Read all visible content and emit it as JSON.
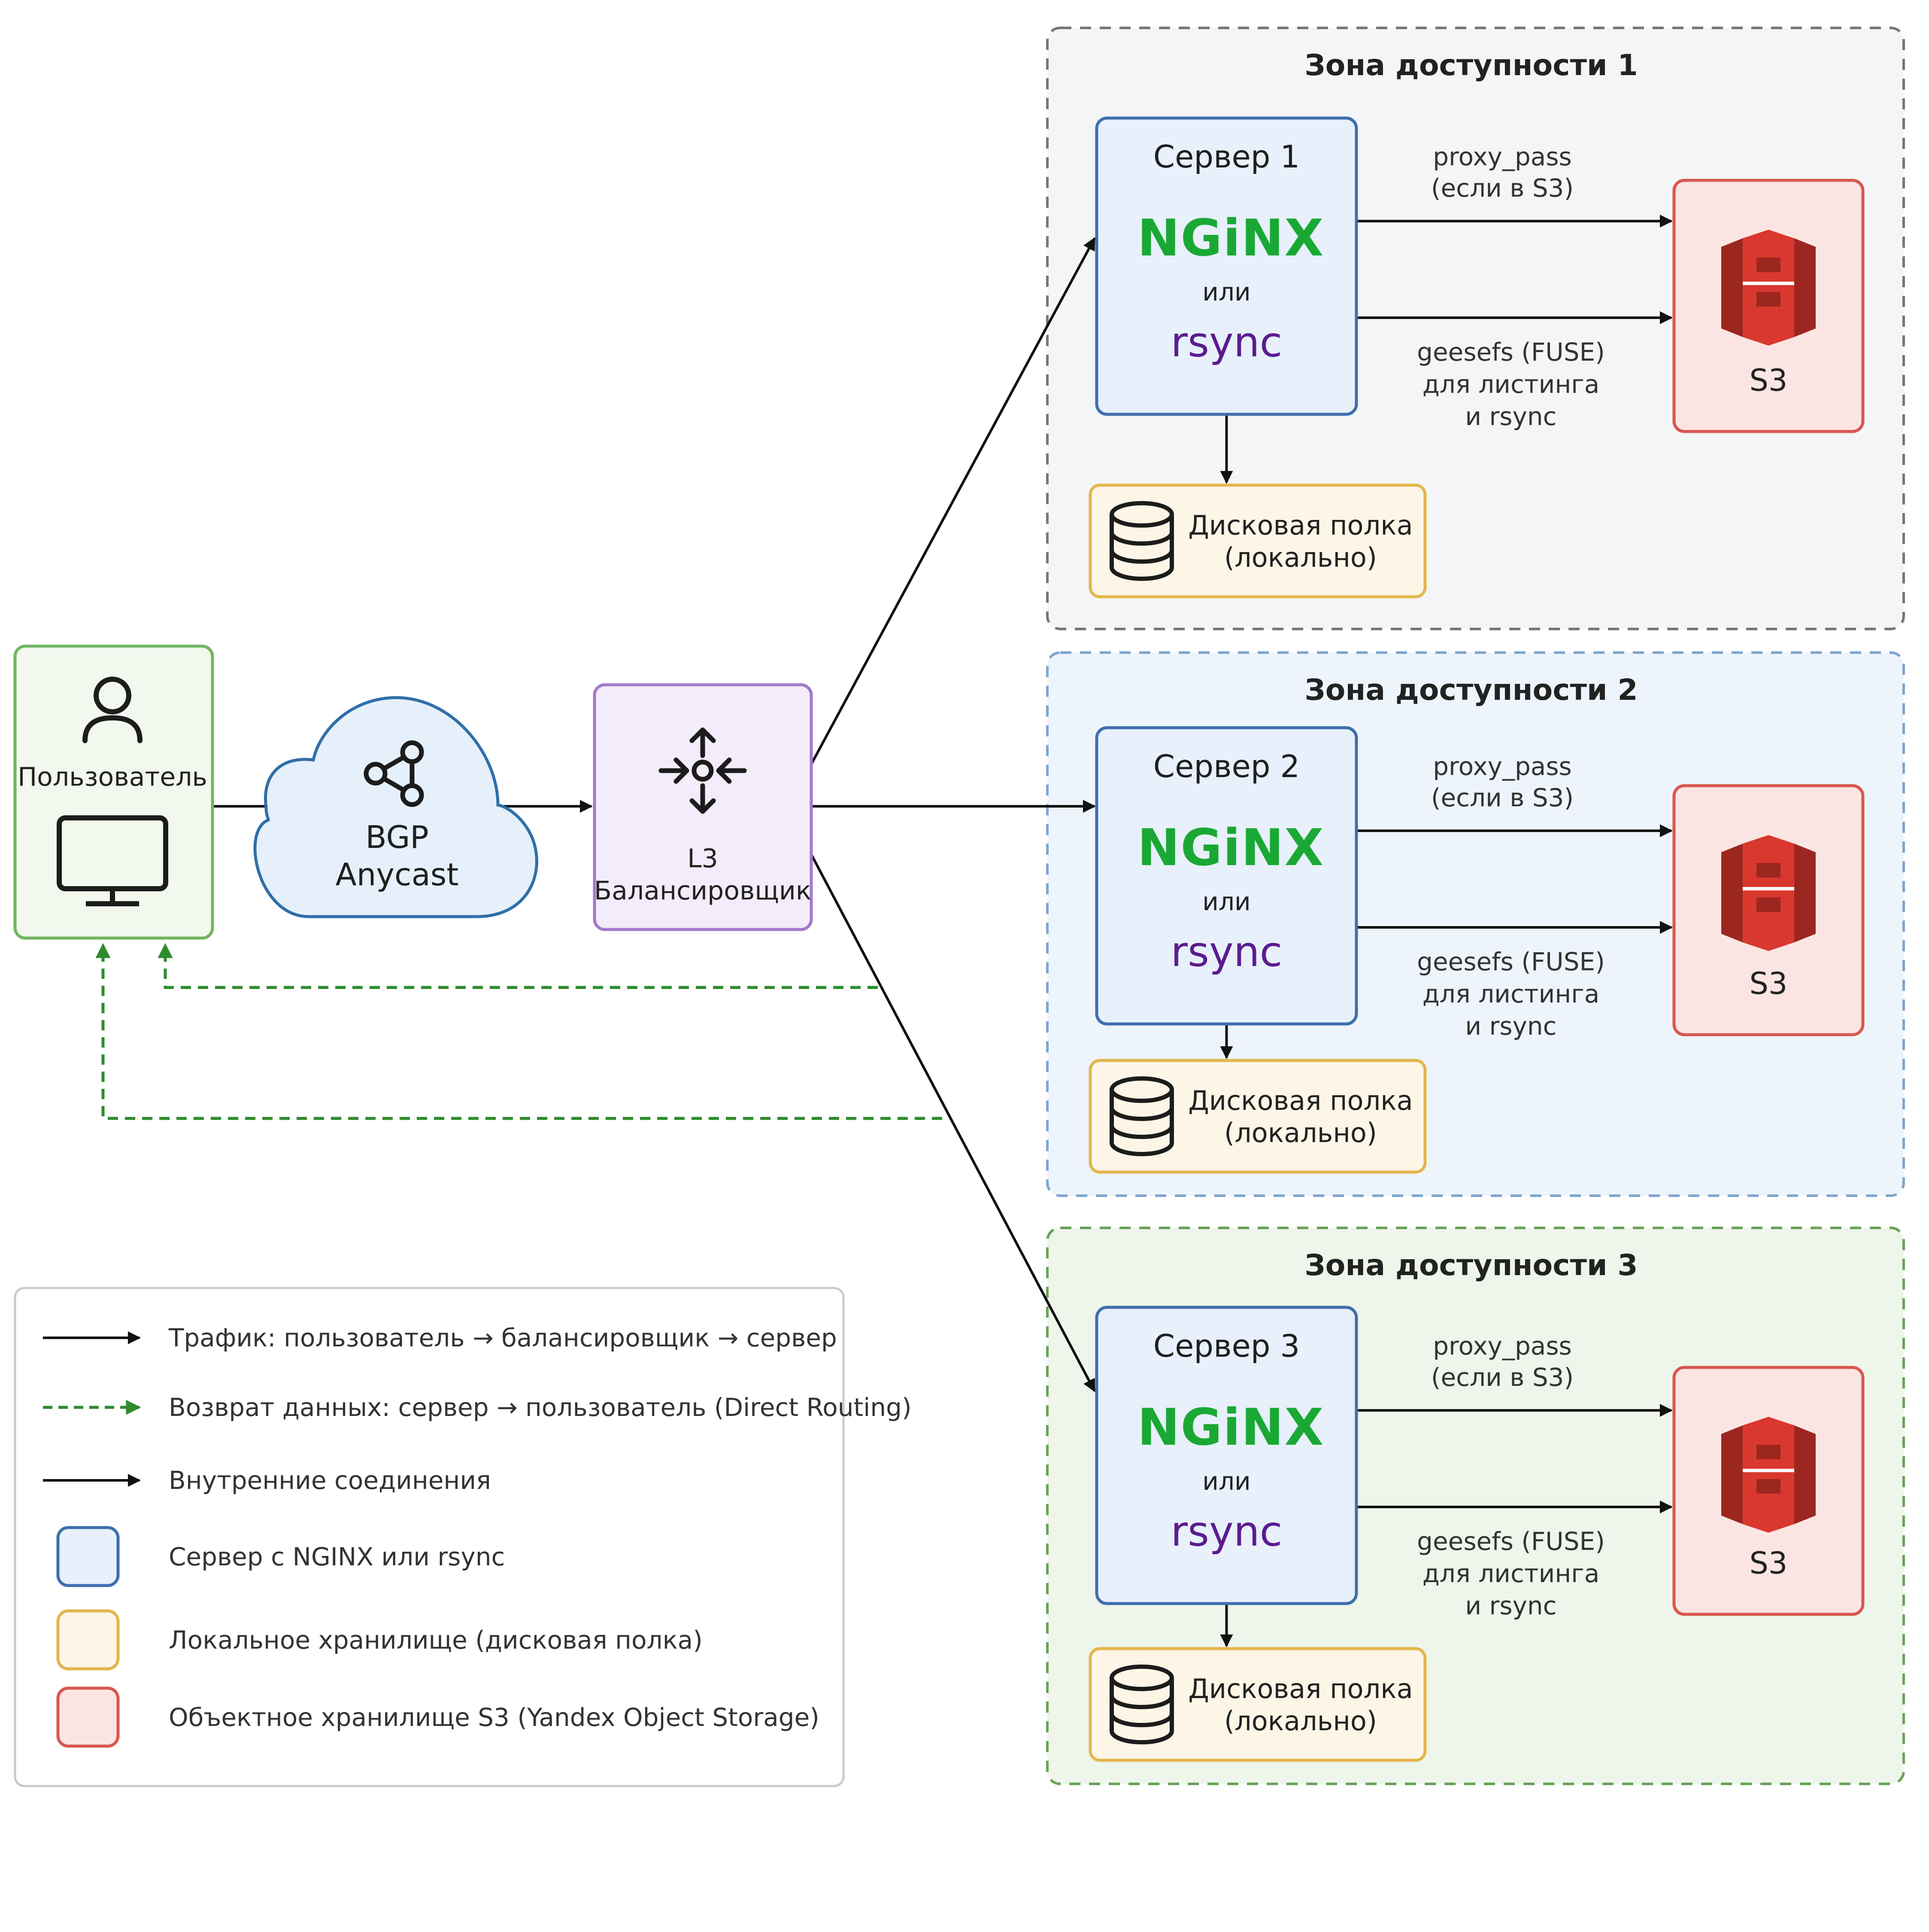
{
  "colors": {
    "zone1_fill": "#f4f5f7",
    "zone1_border": "#777777",
    "zone2_fill": "#eef4fb",
    "zone2_border": "#7fa6cf",
    "zone3_fill": "#eef5ea",
    "zone3_border": "#6aa25a",
    "server_fill": "#e7f0fb",
    "server_border": "#3f6fae",
    "disk_fill": "#fdf6e6",
    "disk_border": "#e3b64c",
    "s3_fill": "#fbe5e3",
    "s3_border": "#d9574f",
    "user_fill": "#f2f8ee",
    "user_border": "#72b562",
    "cloud_fill": "#e6f0fb",
    "cloud_border": "#2f6fa8",
    "lb_fill": "#f3ecfa",
    "lb_border": "#a37acb",
    "nginx_green": "#1aa834",
    "rsync_purple": "#5c1b8f",
    "return_green": "#2e8b2e",
    "s3_red": "#d9382e",
    "s3_dark": "#9c2720"
  },
  "user": {
    "label": "Пользователь",
    "icons": [
      "user-icon",
      "monitor-icon"
    ]
  },
  "bgp": {
    "line1": "BGP",
    "line2": "Anycast",
    "icon": "share-nodes-icon"
  },
  "balancer": {
    "line1": "L3",
    "line2": "Балансировщик",
    "icon": "load-balancer-icon"
  },
  "zones": [
    {
      "title": "Зона доступности 1",
      "server": {
        "title": "Сервер 1",
        "nginx": "NGiNX",
        "or": "или",
        "rsync": "rsync"
      },
      "edge_top": [
        "proxy_pass",
        "(если в S3)"
      ],
      "edge_bottom": [
        "geesefs (FUSE)",
        "для листинга",
        "и rsync"
      ],
      "disk": [
        "Дисковая полка",
        "(локально)"
      ],
      "s3": "S3"
    },
    {
      "title": "Зона доступности 2",
      "server": {
        "title": "Сервер 2",
        "nginx": "NGiNX",
        "or": "или",
        "rsync": "rsync"
      },
      "edge_top": [
        "proxy_pass",
        "(если в S3)"
      ],
      "edge_bottom": [
        "geesefs (FUSE)",
        "для листинга",
        "и rsync"
      ],
      "disk": [
        "Дисковая полка",
        "(локально)"
      ],
      "s3": "S3"
    },
    {
      "title": "Зона доступности 3",
      "server": {
        "title": "Сервер 3",
        "nginx": "NGiNX",
        "or": "или",
        "rsync": "rsync"
      },
      "edge_top": [
        "proxy_pass",
        "(если в S3)"
      ],
      "edge_bottom": [
        "geesefs (FUSE)",
        "для листинга",
        "и rsync"
      ],
      "disk": [
        "Дисковая полка",
        "(локально)"
      ],
      "s3": "S3"
    }
  ],
  "legend": [
    {
      "kind": "solid-arrow",
      "text": "Трафик: пользователь → балансировщик → сервер"
    },
    {
      "kind": "dashed-arrow",
      "text": "Возврат данных: сервер → пользователь (Direct Routing)"
    },
    {
      "kind": "solid-arrow",
      "text": "Внутренние соединения"
    },
    {
      "kind": "server-swatch",
      "text": "Сервер с NGINX или rsync"
    },
    {
      "kind": "disk-swatch",
      "text": "Локальное хранилище (дисковая полка)"
    },
    {
      "kind": "s3-swatch",
      "text": "Объектное хранилище S3 (Yandex Object Storage)"
    }
  ]
}
